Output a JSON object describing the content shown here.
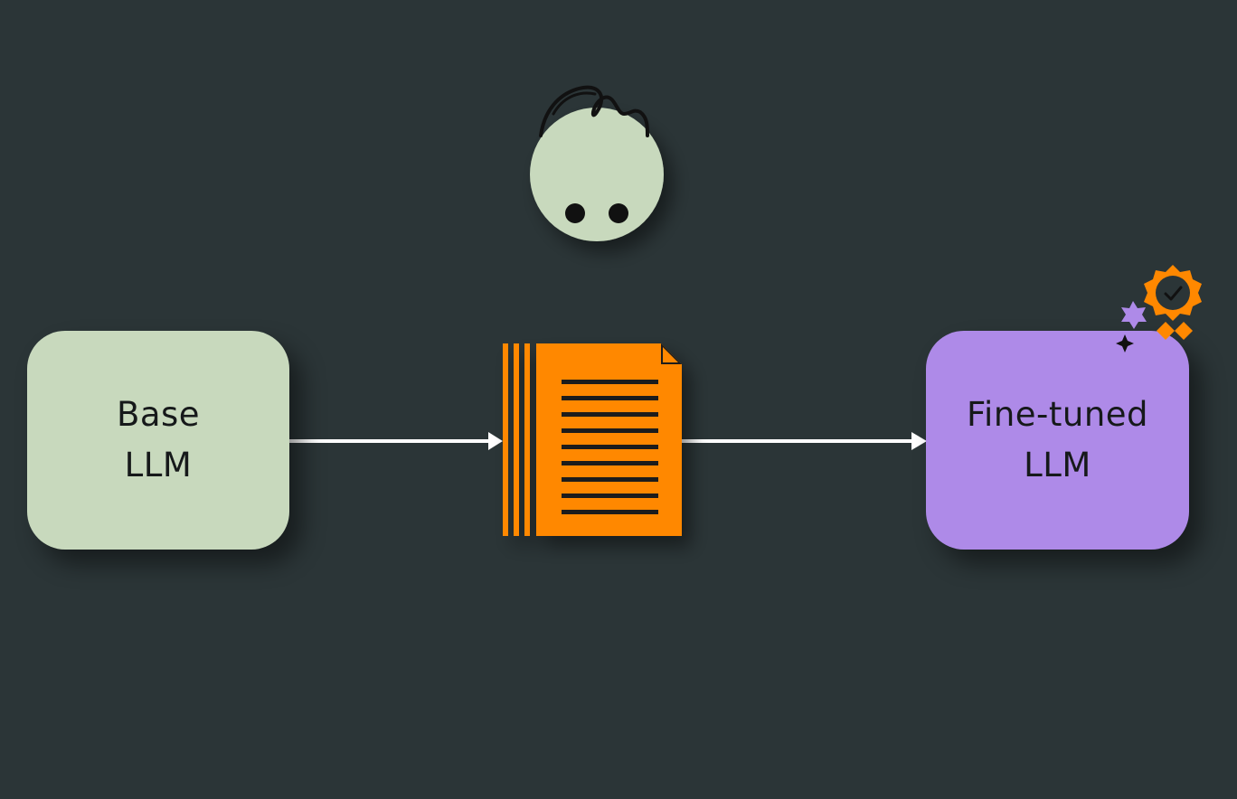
{
  "diagram": {
    "base_model": {
      "line1": "Base",
      "line2": "LLM",
      "color": "#c8d9bd"
    },
    "document": {
      "icon": "document-icon",
      "color": "#ff8800"
    },
    "finetuned_model": {
      "line1": "Fine-tuned",
      "line2": "LLM",
      "color": "#ae8ae8"
    },
    "character": {
      "icon": "character-face-icon",
      "color": "#c8d9bd"
    },
    "badge": {
      "icon": "award-badge-icon",
      "color": "#ff8800"
    },
    "background": "#2b3537",
    "arrow_color": "#ffffff"
  }
}
